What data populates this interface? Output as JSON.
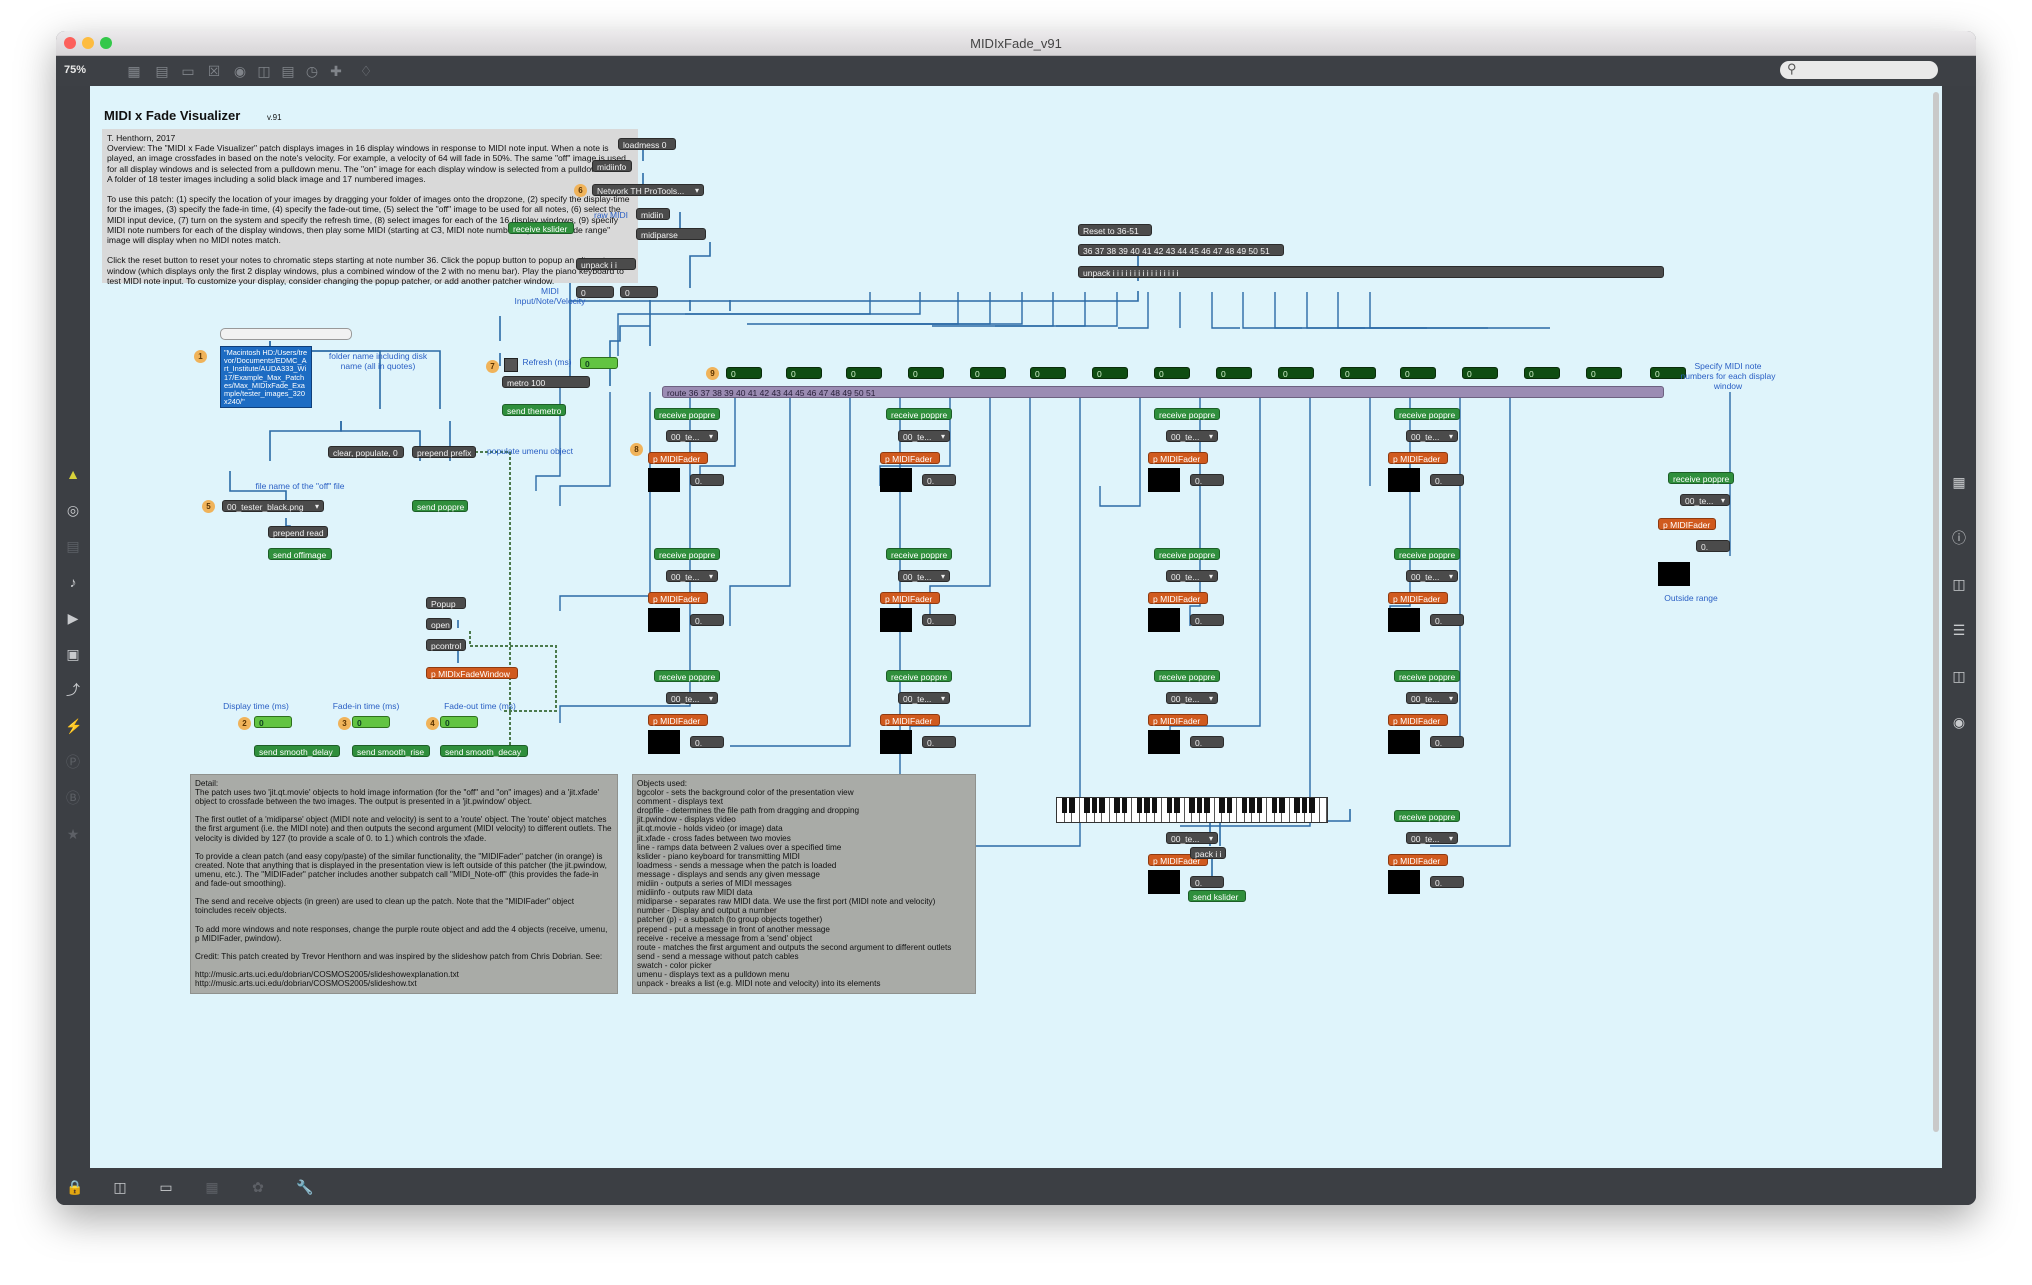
{
  "window": {
    "title": "MIDIxFade_v91",
    "zoom": "75%"
  },
  "patch": {
    "title": "MIDI x Fade Visualizer",
    "version": "v.91",
    "intro": "T. Henthorn, 2017\nOverview: The \"MIDI x Fade Visualizer\" patch displays images in 16 display windows in response to MIDI note input. When a note is played, an image crossfades in based on the note's velocity. For example, a velocity of 64 will fade in 50%. The same \"off\" image is used for all display windows and is selected from a pulldown menu. The \"on\" image for each display window is selected from a pulldown menu. A folder of 18 tester images including a solid black image and 17 numbered images.\n\nTo use this patch: (1) specify the location of your images by dragging your folder of images onto the dropzone, (2) specify the display-time for the images, (3) specify the fade-in time, (4) specify the fade-out time, (5) select the \"off\" image to be used for all notes, (6) select the MIDI input device, (7) turn on the system and specify the refresh time, (8) select images for each of the 16 display windows, (9) specify MIDI note numbers for each of the display windows, then play some MIDI (starting at C3, MIDI note number 36). The \"outside range\" image will display when no MIDI notes match.\n\nClick the reset button to reset your notes to chromatic steps starting at note number 36. Click the popup button to popup an alternate window (which displays only the first 2 display windows, plus a combined window of the 2 with no menu bar). Play the piano keyboard to test MIDI note input. To customize your display, consider changing the popup patcher, or add another patcher window.",
    "path_text": "\"Macintosh HD:/Users/trevor/Documents/EDMC_Art_Institute/AUDA333_Wi17/Example_Max_Patches/Max_MIDIxFade_Example/tester_images_320x240/\"",
    "folder_label": "folder name including disk name (all in quotes)",
    "refresh_label": "Refresh (ms)",
    "refresh_value": "0",
    "metro": "metro 100",
    "send_themetro": "send themetro",
    "clear_populate": "clear, populate, 0",
    "prepend_prefix": "prepend prefix",
    "populate_label": "populate umenu object",
    "send_poppre": "send poppre",
    "off_file_label": "file name of the \"off\" file",
    "off_menu": "00_tester_black.png",
    "prepend_read": "prepend read",
    "send_offimage": "send offimage",
    "popup": "Popup",
    "open": "open",
    "pcontrol": "pcontrol",
    "window_patcher": "p MIDIxFadeWindow",
    "display_time_label": "Display time (ms)",
    "fade_in_label": "Fade-in time (ms)",
    "fade_out_label": "Fade-out time (ms)",
    "display_value": "0",
    "fade_in_value": "0",
    "fade_out_value": "0",
    "send_delay": "send smooth_delay",
    "send_rise": "send smooth_rise",
    "send_decay": "send smooth_decay",
    "bgcolor": "bgcolor",
    "loadmess": "loadmess 0",
    "midiinfo": "midiinfo",
    "midi_device": "Network TH ProTools...",
    "raw_midi": "raw MIDI",
    "midiin": "midiin",
    "midiparse": "midiparse",
    "unpack_ii": "unpack i i",
    "midi_input_label": "MIDI Input/Note/Velocity",
    "note_value": "0",
    "velocity_value": "0",
    "receive_kslider": "receive kslider",
    "reset_label": "Reset to 36-51",
    "note_list": "36 37 38 39 40 41 42 43 44 45 46 47 48 49 50 51",
    "unpack_many": "unpack i i i i i i i i i i i i i i i i",
    "specify_label": "Specify MIDI note numbers for each display window",
    "note_boxes": [
      "0",
      "0",
      "0",
      "0",
      "0",
      "0",
      "0",
      "0",
      "0",
      "0",
      "0",
      "0",
      "0",
      "0",
      "0",
      "0"
    ],
    "route": "route 36 37 38 39 40 41 42 43 44 45 46 47 48 49 50 51",
    "receive_poppre": "receive poppre",
    "image_menu": "00_te...",
    "fader": "p MIDIFader",
    "fader_value": "0.",
    "outside_label": "Outside range",
    "pack": "pack i i",
    "send_kslider": "send kslider",
    "badges": [
      "1",
      "2",
      "3",
      "4",
      "5",
      "6",
      "7",
      "8",
      "9"
    ],
    "detail": "Detail:\nThe patch uses two 'jit.qt.movie' objects to hold image information (for the \"off\" and \"on\" images) and a 'jit.xfade' object to crossfade between the two images. The output is presented in a 'jit.pwindow' object.\n\nThe first outlet of a 'midiparse' object (MIDI note and velocity) is sent to a 'route' object. The 'route' object matches the first argument (i.e. the MIDI note) and then outputs the second argument (MIDI velocity) to different outlets. The velocity is divided by 127 (to provide a scale of 0. to 1.) which controls the xfade.\n\nTo provide a clean patch (and easy copy/paste) of the similar functionality, the \"MIDIFader\" patcher (in orange) is created. Note that anything that is displayed in the presentation view is left outside of this patcher (the jit.pwindow, umenu, etc.). The \"MIDIFader\" patcher includes another subpatch call \"MIDI_Note-off\" (this provides the fade-in and fade-out smoothing).\n\nThe send and receive objects (in green) are used to clean up the patch. Note that the \"MIDIFader\" object toincludes receiv objects.\n\nTo add more windows and note responses, change the purple route object and add the 4 objects (receive, umenu, p MIDIFader, pwindow).\n\nCredit: This patch created by Trevor Henthorn and was inspired by the slideshow patch from Chris Dobrian. See:\n\nhttp://music.arts.uci.edu/dobrian/COSMOS2005/slideshowexplanation.txt\nhttp://music.arts.uci.edu/dobrian/COSMOS2005/slideshow.txt",
    "objects_used": "Objects used:\nbgcolor - sets the background color of the presentation view\ncomment - displays text\ndropfile - determines the file path from dragging and dropping\njit.pwindow - displays video\njit.qt.movie - holds video (or image) data\njit.xfade - cross fades between two movies\nline - ramps data between 2 values over a specified time\nkslider - piano keyboard for transmitting MIDI\nloadmess - sends a message when the patch is loaded\nmessage - displays and sends any given message\nmidiin - outputs a series of MIDI messages\nmidiinfo - outputs raw MIDI data\nmidiparse - separates raw MIDI data. We use the first port (MIDI note and velocity)\nnumber - Display and output a number\npatcher (p) - a subpatch (to group objects together)\nprepend - put a message in front of another message\nreceive - receive a message from a 'send' object\nroute - matches the first argument and outputs the second argument to different outlets\nsend - send a message without patch cables\nswatch - color picker\numenu - displays text as a pulldown menu\nunpack - breaks a list (e.g. MIDI note and velocity) into its elements"
  },
  "colors": {
    "canvas": "#dff4fb",
    "green": "#2f8f3c",
    "orange": "#d05a1e",
    "purple": "#9b8cb3",
    "cable": "#2b6aa6"
  },
  "icons": [
    "search-icon",
    "cube-icon",
    "circle-target-icon",
    "music-note-icon",
    "image-icon",
    "paperclip-icon",
    "plug-icon",
    "star-icon",
    "info-icon",
    "lock-icon",
    "wrench-icon",
    "presentation-icon",
    "grid-icon"
  ]
}
